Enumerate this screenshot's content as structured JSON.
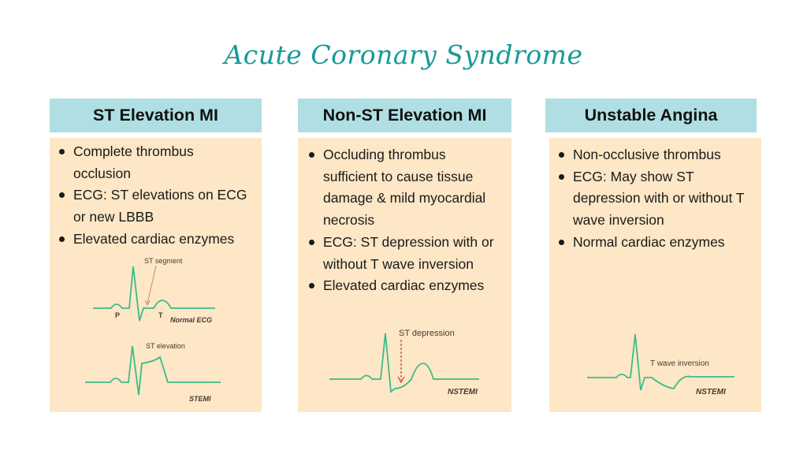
{
  "title": "Acute Coronary Syndrome",
  "columns": [
    {
      "header": "ST Elevation MI",
      "bullets": [
        "Complete thrombus occlusion",
        "ECG: ST elevations on ECG or new LBBB",
        "Elevated cardiac enzymes"
      ],
      "ecg": {
        "segment_label": "ST segment",
        "p_label": "P",
        "t_label": "T",
        "normal_caption": "Normal ECG",
        "elevation_label": "ST elevation",
        "stemi_caption": "STEMI"
      }
    },
    {
      "header": "Non-ST Elevation MI",
      "bullets": [
        "Occluding thrombus sufficient to cause tissue damage & mild myocardial necrosis",
        "ECG: ST depression with or without T wave inversion",
        "Elevated cardiac enzymes"
      ],
      "ecg": {
        "depression_label": "ST depression",
        "caption": "NSTEMI"
      }
    },
    {
      "header": "Unstable Angina",
      "bullets": [
        "Non-occlusive thrombus",
        "ECG: May show ST depression with or without T wave inversion",
        "Normal cardiac enzymes"
      ],
      "ecg": {
        "inversion_label": "T wave inversion",
        "caption": "NSTEMI"
      }
    }
  ],
  "colors": {
    "title": "#169a98",
    "header_bg": "#b0dfe3",
    "card_bg": "#fde7c6",
    "ecg_line": "#3dbb8a",
    "arrow": "#c0392b"
  }
}
